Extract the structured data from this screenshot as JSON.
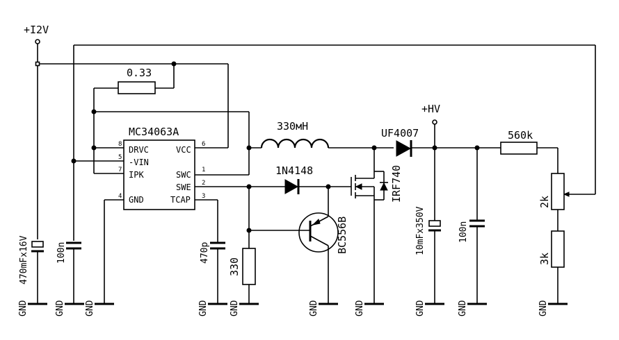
{
  "rails": {
    "v12": "+I2V",
    "hv": "+HV"
  },
  "ic": {
    "name": "MC34063A",
    "pins": {
      "drvc": "DRVC",
      "vin": "-VIN",
      "ipk": "IPK",
      "gnd": "GND",
      "vcc": "VCC",
      "swc": "SWC",
      "swe": "SWE",
      "tcap": "TCAP"
    },
    "pin_numbers": {
      "drvc": "8",
      "vin": "5",
      "ipk": "7",
      "gnd": "4",
      "vcc": "6",
      "swc": "1",
      "swe": "2",
      "tcap": "3"
    }
  },
  "components": {
    "r_sense": "0.33",
    "inductor": "330мН",
    "diode_fast": "UF4007",
    "diode_signal": "1N4148",
    "mosfet": "IRF740",
    "transistor": "BC556B",
    "cap_input": "470mFx16V",
    "cap_100n_a": "100n",
    "cap_timing": "470p",
    "r_gate": "330",
    "cap_output": "10mFx350V",
    "cap_100n_b": "100n",
    "r_top": "560k",
    "pot": "2k",
    "r_bottom": "3k"
  },
  "ground_label": "GND"
}
